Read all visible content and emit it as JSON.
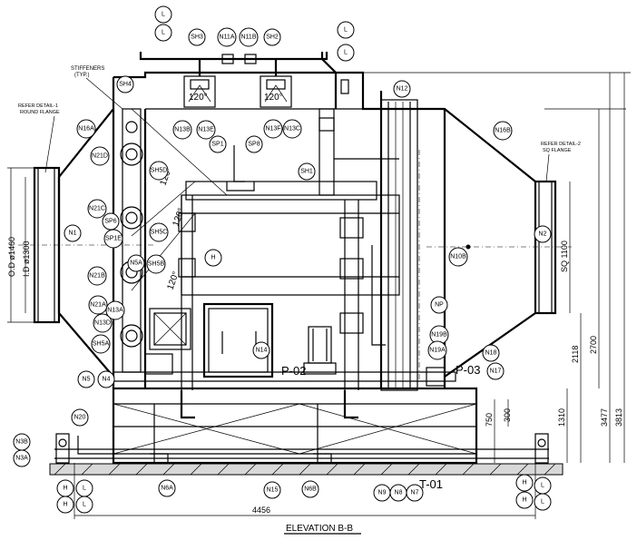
{
  "title": "ELEVATION B-B",
  "labels": {
    "stiffeners": "STIFFENERS",
    "stiffeners_typ": "(TYP.)",
    "refer1_a": "REFER DETAIL-1",
    "refer1_b": "ROUND FLANGE",
    "refer2_a": "REFER DETAIL-2",
    "refer2_b": "SQ FLANGE",
    "p02": "P-02",
    "p03": "P-03",
    "t01": "T-01",
    "angle": "120°"
  },
  "dimensions": {
    "od": "O.D ø1460",
    "id": "I.D ø1300",
    "sq": "SQ 1100",
    "d2700": "2700",
    "d2118": "2118",
    "d1310": "1310",
    "d750": "750",
    "d300": "300",
    "d3477": "3477",
    "d3813": "3813",
    "d4456": "4456"
  },
  "tags": [
    {
      "t": "L"
    },
    {
      "t": "L"
    },
    {
      "t": "L"
    },
    {
      "t": "L"
    },
    {
      "t": "SH3"
    },
    {
      "t": "N11A"
    },
    {
      "t": "N11B"
    },
    {
      "t": "SH2"
    },
    {
      "t": "SH4"
    },
    {
      "t": "N12"
    },
    {
      "t": "N16A"
    },
    {
      "t": "N16B"
    },
    {
      "t": "N13B"
    },
    {
      "t": "N13E"
    },
    {
      "t": "SP1"
    },
    {
      "t": "SP8"
    },
    {
      "t": "N13F"
    },
    {
      "t": "N13C"
    },
    {
      "t": "N21D"
    },
    {
      "t": "SH5D"
    },
    {
      "t": "SH1"
    },
    {
      "t": "N21C"
    },
    {
      "t": "SP6"
    },
    {
      "t": "SP1E"
    },
    {
      "t": "SH5C"
    },
    {
      "t": "N1"
    },
    {
      "t": "N2"
    },
    {
      "t": "N21B"
    },
    {
      "t": "N5A"
    },
    {
      "t": "SH5B"
    },
    {
      "t": "N10B"
    },
    {
      "t": "H"
    },
    {
      "t": "N21A"
    },
    {
      "t": "N13A"
    },
    {
      "t": "N13D"
    },
    {
      "t": "NP"
    },
    {
      "t": "SH5A"
    },
    {
      "t": "N14"
    },
    {
      "t": "N19B"
    },
    {
      "t": "N19A"
    },
    {
      "t": "N18"
    },
    {
      "t": "N17"
    },
    {
      "t": "N5"
    },
    {
      "t": "N4"
    },
    {
      "t": "N20"
    },
    {
      "t": "N3B"
    },
    {
      "t": "N3A"
    },
    {
      "t": "H"
    },
    {
      "t": "L"
    },
    {
      "t": "N6A"
    },
    {
      "t": "N15"
    },
    {
      "t": "N6B"
    },
    {
      "t": "N9"
    },
    {
      "t": "N8"
    },
    {
      "t": "N7"
    },
    {
      "t": "H"
    },
    {
      "t": "L"
    },
    {
      "t": "H"
    },
    {
      "t": "L"
    },
    {
      "t": "H"
    },
    {
      "t": "L"
    }
  ]
}
